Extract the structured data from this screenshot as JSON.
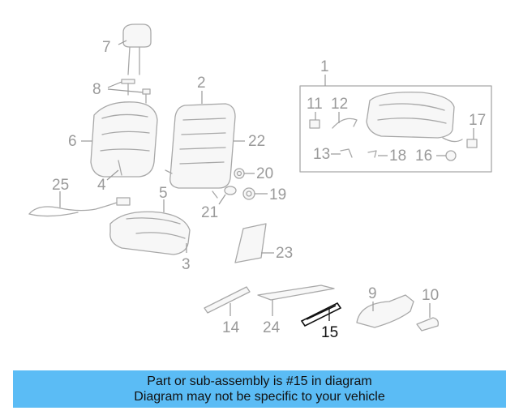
{
  "callouts": [
    {
      "id": "1",
      "label": "1",
      "highlight": false
    },
    {
      "id": "2",
      "label": "2",
      "highlight": false
    },
    {
      "id": "3",
      "label": "3",
      "highlight": false
    },
    {
      "id": "4",
      "label": "4",
      "highlight": false
    },
    {
      "id": "5",
      "label": "5",
      "highlight": false
    },
    {
      "id": "6",
      "label": "6",
      "highlight": false
    },
    {
      "id": "7",
      "label": "7",
      "highlight": false
    },
    {
      "id": "8",
      "label": "8",
      "highlight": false
    },
    {
      "id": "9",
      "label": "9",
      "highlight": false
    },
    {
      "id": "10",
      "label": "10",
      "highlight": false
    },
    {
      "id": "11",
      "label": "11",
      "highlight": false
    },
    {
      "id": "12",
      "label": "12",
      "highlight": false
    },
    {
      "id": "13",
      "label": "13",
      "highlight": false
    },
    {
      "id": "14",
      "label": "14",
      "highlight": false
    },
    {
      "id": "15",
      "label": "15",
      "highlight": true
    },
    {
      "id": "16",
      "label": "16",
      "highlight": false
    },
    {
      "id": "17",
      "label": "17",
      "highlight": false
    },
    {
      "id": "18",
      "label": "18",
      "highlight": false
    },
    {
      "id": "19",
      "label": "19",
      "highlight": false
    },
    {
      "id": "20",
      "label": "20",
      "highlight": false
    },
    {
      "id": "21",
      "label": "21",
      "highlight": false
    },
    {
      "id": "22",
      "label": "22",
      "highlight": false
    },
    {
      "id": "23",
      "label": "23",
      "highlight": false
    },
    {
      "id": "24",
      "label": "24",
      "highlight": false
    },
    {
      "id": "25",
      "label": "25",
      "highlight": false
    }
  ],
  "banner": {
    "line1": "Part or sub-assembly is #15 in diagram",
    "line2": "Diagram may not be specific to your vehicle",
    "background": "#5bbcf5"
  },
  "colors": {
    "callout": "#9a9a9a",
    "highlight": "#111111",
    "part_stroke": "#a8a8a8"
  }
}
